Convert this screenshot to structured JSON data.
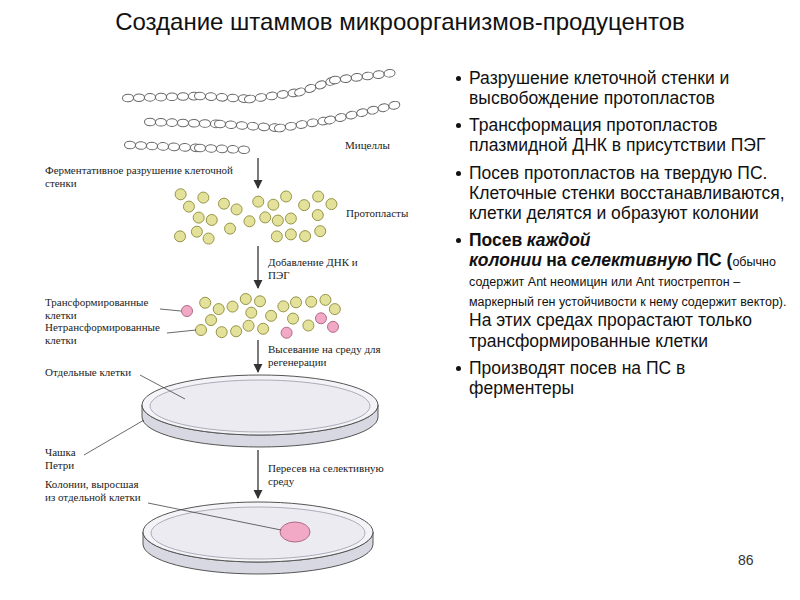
{
  "diagram": {
    "title": "Создание штаммов микроорганизмов-продуцентов",
    "labels": [
      "Мицеллы",
      "Ферментативное разрушение клеточной стенки",
      "Протопласты",
      "Добавление ДНК и ПЭГ",
      "Трансформированные клетки",
      "Нетрансформированные клетки",
      "Высевание на среду для регенерации",
      "Отдельные клетки",
      "Чашка Петри",
      "Колонии, выросшая из отдельной клетки",
      "Пересев на селективную среду",
      "Разрушение клеточной стенки и высвобождение протопластов",
      "Трансформация протопластов плазмидной ДНК в присутствии ПЭГ",
      "Посев протопластов на твердую ПС. Клеточные стенки восстанавливаются, клетки делятся и образуют колонии",
      "Посев",
      "каждой колонии",
      "на",
      "селективную",
      "ПС (",
      "обычно содержит Ant неомицин или Ant тиострептон – маркерный ген устойчивости к нему содержит вектор).",
      "На этих средах прорастают только трансформированные клетки",
      "Производят посев на ПС в ферментеры",
      "86"
    ]
  }
}
